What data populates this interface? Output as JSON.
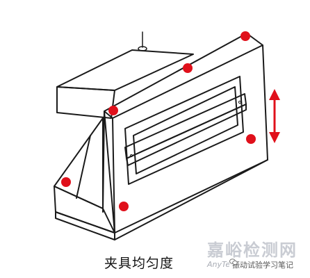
{
  "caption": "夹具均匀度",
  "watermark": {
    "brand": "嘉峪检测网",
    "domain_fragment": "AnyTest",
    "account": "振动试验学习笔记"
  },
  "colors": {
    "line": "#1a1a1a",
    "marker": "#e0101b",
    "arrow": "#e0101b",
    "watermark": "#c9ccd3"
  },
  "icons": {
    "badge": "wechat-icon"
  },
  "diagram": {
    "measurement_point_count": 6,
    "arrow": "vertical double-headed excitation direction"
  }
}
